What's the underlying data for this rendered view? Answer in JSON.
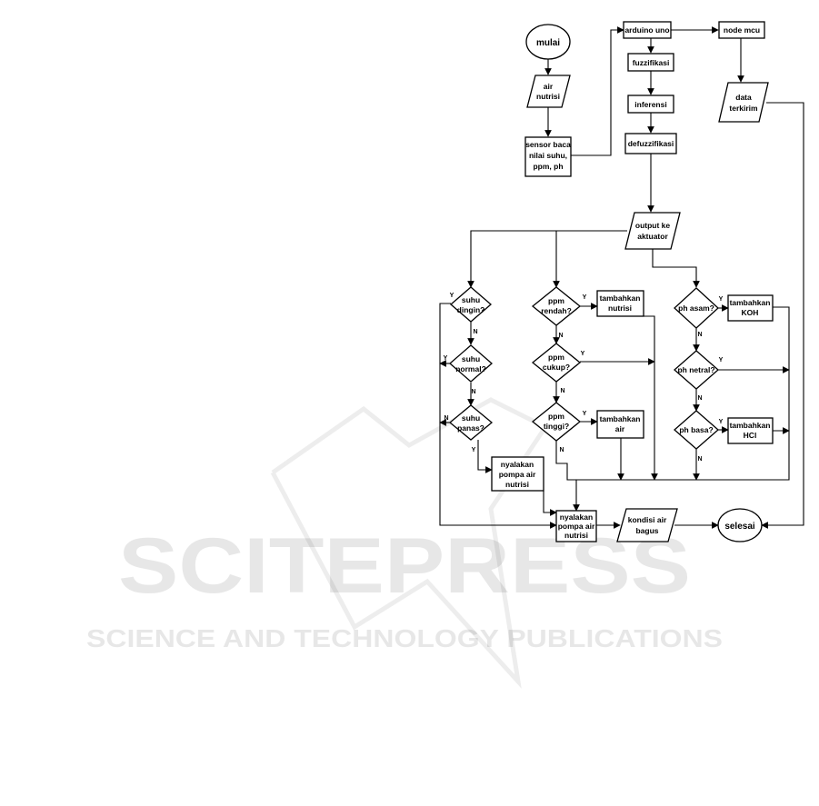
{
  "nodes": {
    "mulai": "mulai",
    "air_nutrisi": [
      "air",
      "nutrisi"
    ],
    "sensor": [
      "sensor baca",
      "nilai suhu,",
      "ppm, ph"
    ],
    "arduino": "arduino uno",
    "fuzzifikasi": "fuzzifikasi",
    "inferensi": "inferensi",
    "defuzzifikasi": "defuzzifikasi",
    "node_mcu": "node mcu",
    "data_terkirim": [
      "data",
      "terkirim"
    ],
    "output_aktuator": [
      "output ke",
      "aktuator"
    ],
    "suhu_dingin": [
      "suhu",
      "dingin?"
    ],
    "suhu_normal": [
      "suhu",
      "normal?"
    ],
    "suhu_panas": [
      "suhu",
      "panas?"
    ],
    "pompa1": [
      "nyalakan",
      "pompa air",
      "nutrisi"
    ],
    "ppm_rendah": [
      "ppm",
      "rendah?"
    ],
    "ppm_cukup": [
      "ppm",
      "cukup?"
    ],
    "ppm_tinggi": [
      "ppm",
      "tinggi?"
    ],
    "tambah_nutrisi": [
      "tambahkan",
      "nutrisi"
    ],
    "tambah_air": [
      "tambahkan",
      "air"
    ],
    "ph_asam": "ph asam?",
    "ph_netral": "ph netral?",
    "ph_basa": "ph basa?",
    "tambah_koh": [
      "tambahkan",
      "KOH"
    ],
    "tambah_hcl": [
      "tambahkan",
      "HCl"
    ],
    "pompa2": [
      "nyalakan",
      "pompa air",
      "nutrisi"
    ],
    "kondisi": [
      "kondisi air",
      "bagus"
    ],
    "selesai": "selesai"
  },
  "labels": {
    "yes": "Y",
    "no": "N"
  },
  "watermark": {
    "brand": "SCITEPRESS",
    "tagline": "SCIENCE AND TECHNOLOGY PUBLICATIONS"
  }
}
